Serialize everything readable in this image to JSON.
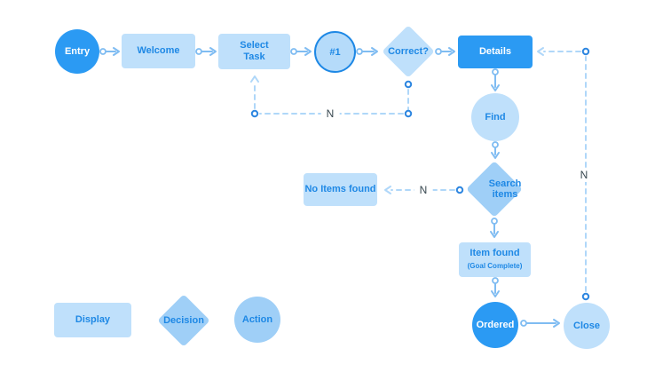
{
  "diagram_title": "task-flowchart",
  "colors": {
    "solid_blue": "#2B9AF3",
    "light_blue": "#BFE0FB",
    "diamond_blue": "#9FCFF7",
    "num_fill": "#B5DBFA",
    "stroke_blue": "#1E88E5",
    "text_on_light": "#1E88E5",
    "text_on_solid": "#FFFFFF",
    "conn_solid": "#7FBCF2",
    "conn_dash": "#AFD7F9",
    "dash_end": "#2D86E0",
    "n_label": "#37474F"
  },
  "nodes": {
    "entry": {
      "label": "Entry",
      "shape": "circle-solid"
    },
    "welcome": {
      "label": "Welcome",
      "shape": "rect"
    },
    "select_task": {
      "label": "Select Task",
      "shape": "rect"
    },
    "step_one": {
      "label": "#1",
      "shape": "circle-outlined"
    },
    "correct": {
      "label": "Correct?",
      "shape": "diamond"
    },
    "details": {
      "label": "Details",
      "shape": "rect-solid"
    },
    "find": {
      "label": "Find",
      "shape": "circle"
    },
    "search_items": {
      "label": "Search items",
      "shape": "diamond"
    },
    "no_items": {
      "label": "No Items found",
      "shape": "rect"
    },
    "item_found": {
      "label": "Item found",
      "sublabel": "(Goal Complete)",
      "shape": "rect"
    },
    "ordered": {
      "label": "Ordered",
      "shape": "circle-solid"
    },
    "close": {
      "label": "Close",
      "shape": "circle"
    }
  },
  "legend": {
    "display": {
      "label": "Display",
      "shape": "rect"
    },
    "decision": {
      "label": "Decision",
      "shape": "diamond"
    },
    "action": {
      "label": "Action",
      "shape": "circle"
    }
  },
  "connector_labels": {
    "n_correct_feedback": "N",
    "n_search_left": "N",
    "n_close_right": "N"
  }
}
